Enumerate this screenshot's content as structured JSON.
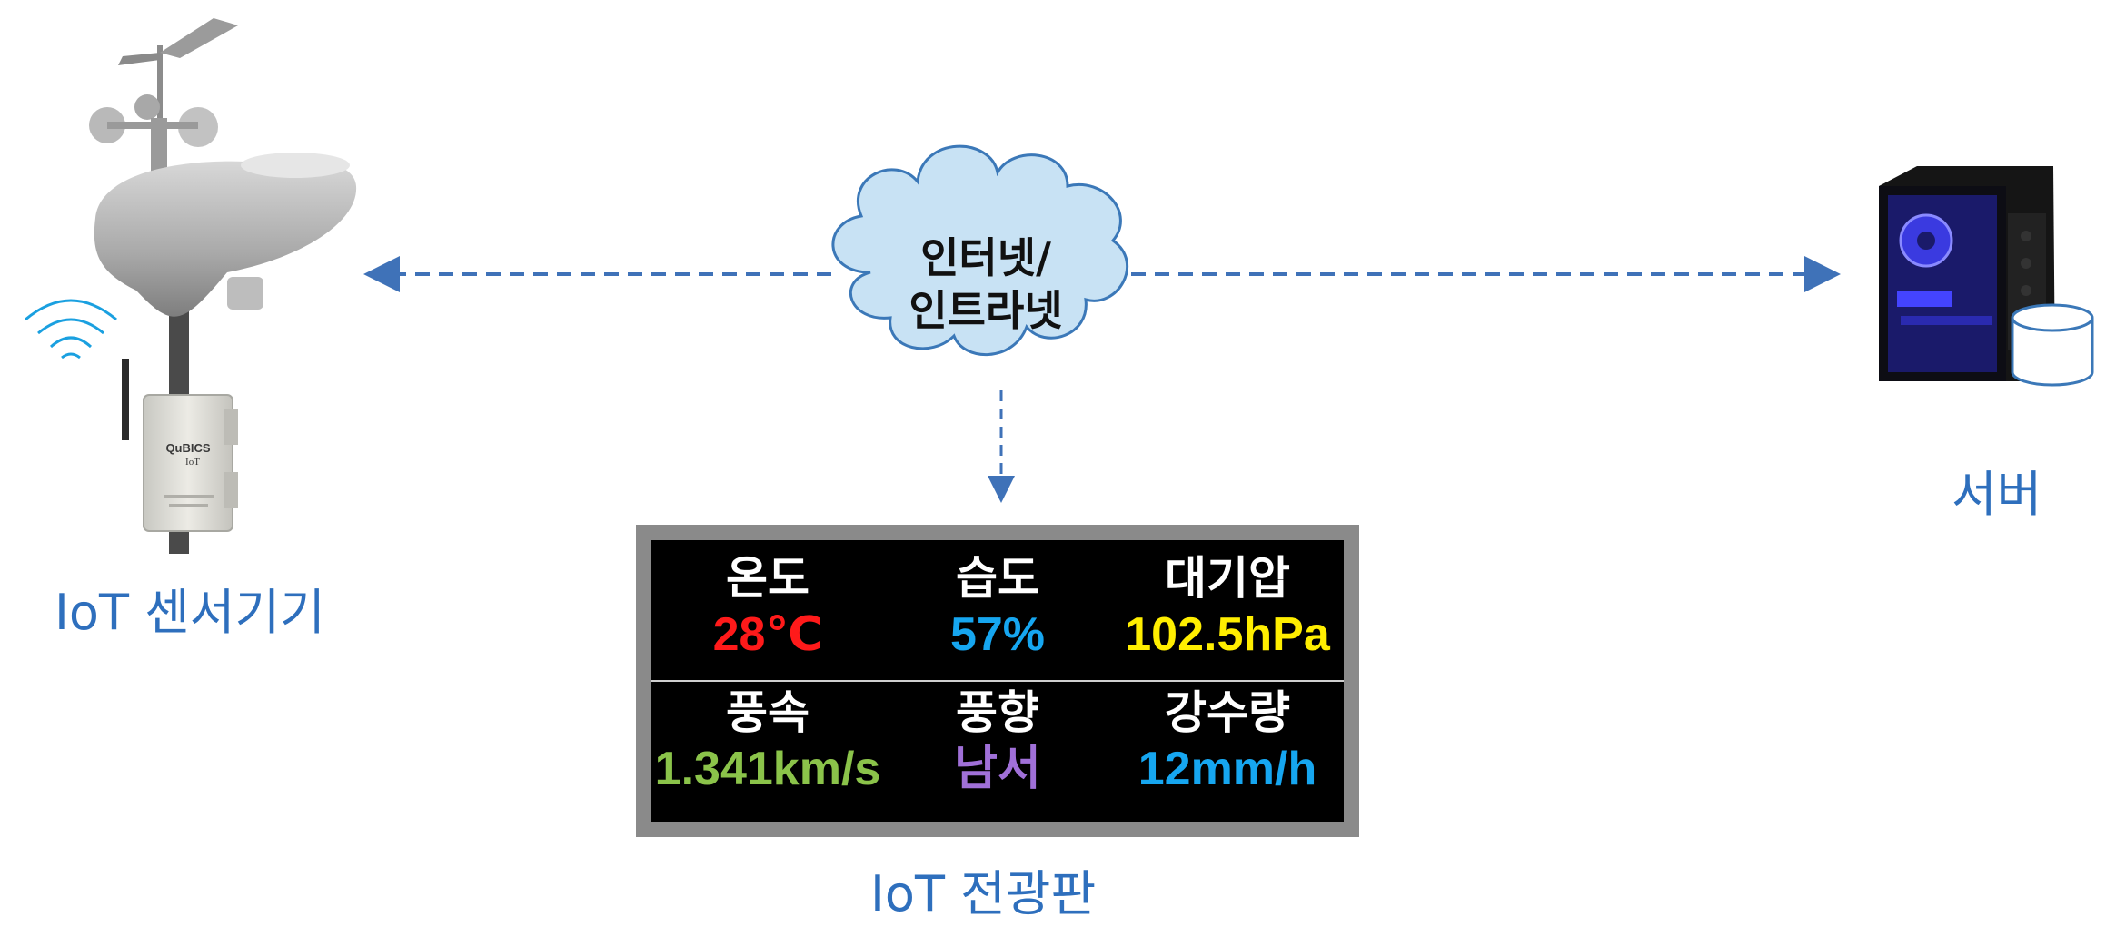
{
  "nodes": {
    "sensor": {
      "caption": "IoT 센서기기",
      "box_brand": "QuBICS",
      "box_sub": "IoT"
    },
    "cloud": {
      "line1": "인터넷/",
      "line2": "인트라넷"
    },
    "server": {
      "caption": "서버"
    },
    "board": {
      "caption": "IoT 전광판"
    }
  },
  "board": {
    "cells": [
      {
        "label": "온도",
        "value": "28℃",
        "color": "#ff1a1a"
      },
      {
        "label": "습도",
        "value": "57%",
        "color": "#16a6f0"
      },
      {
        "label": "대기압",
        "value": "102.5hPa",
        "color": "#ffee00"
      },
      {
        "label": "풍속",
        "value": "1.341km/s",
        "color": "#8bc34a"
      },
      {
        "label": "풍향",
        "value": "남서",
        "color": "#a070d8"
      },
      {
        "label": "강수량",
        "value": "12mm/h",
        "color": "#16a6f0"
      }
    ]
  },
  "colors": {
    "arrow": "#3f72b8",
    "caption": "#2e6fbd",
    "wifi": "#1aa0e0"
  }
}
